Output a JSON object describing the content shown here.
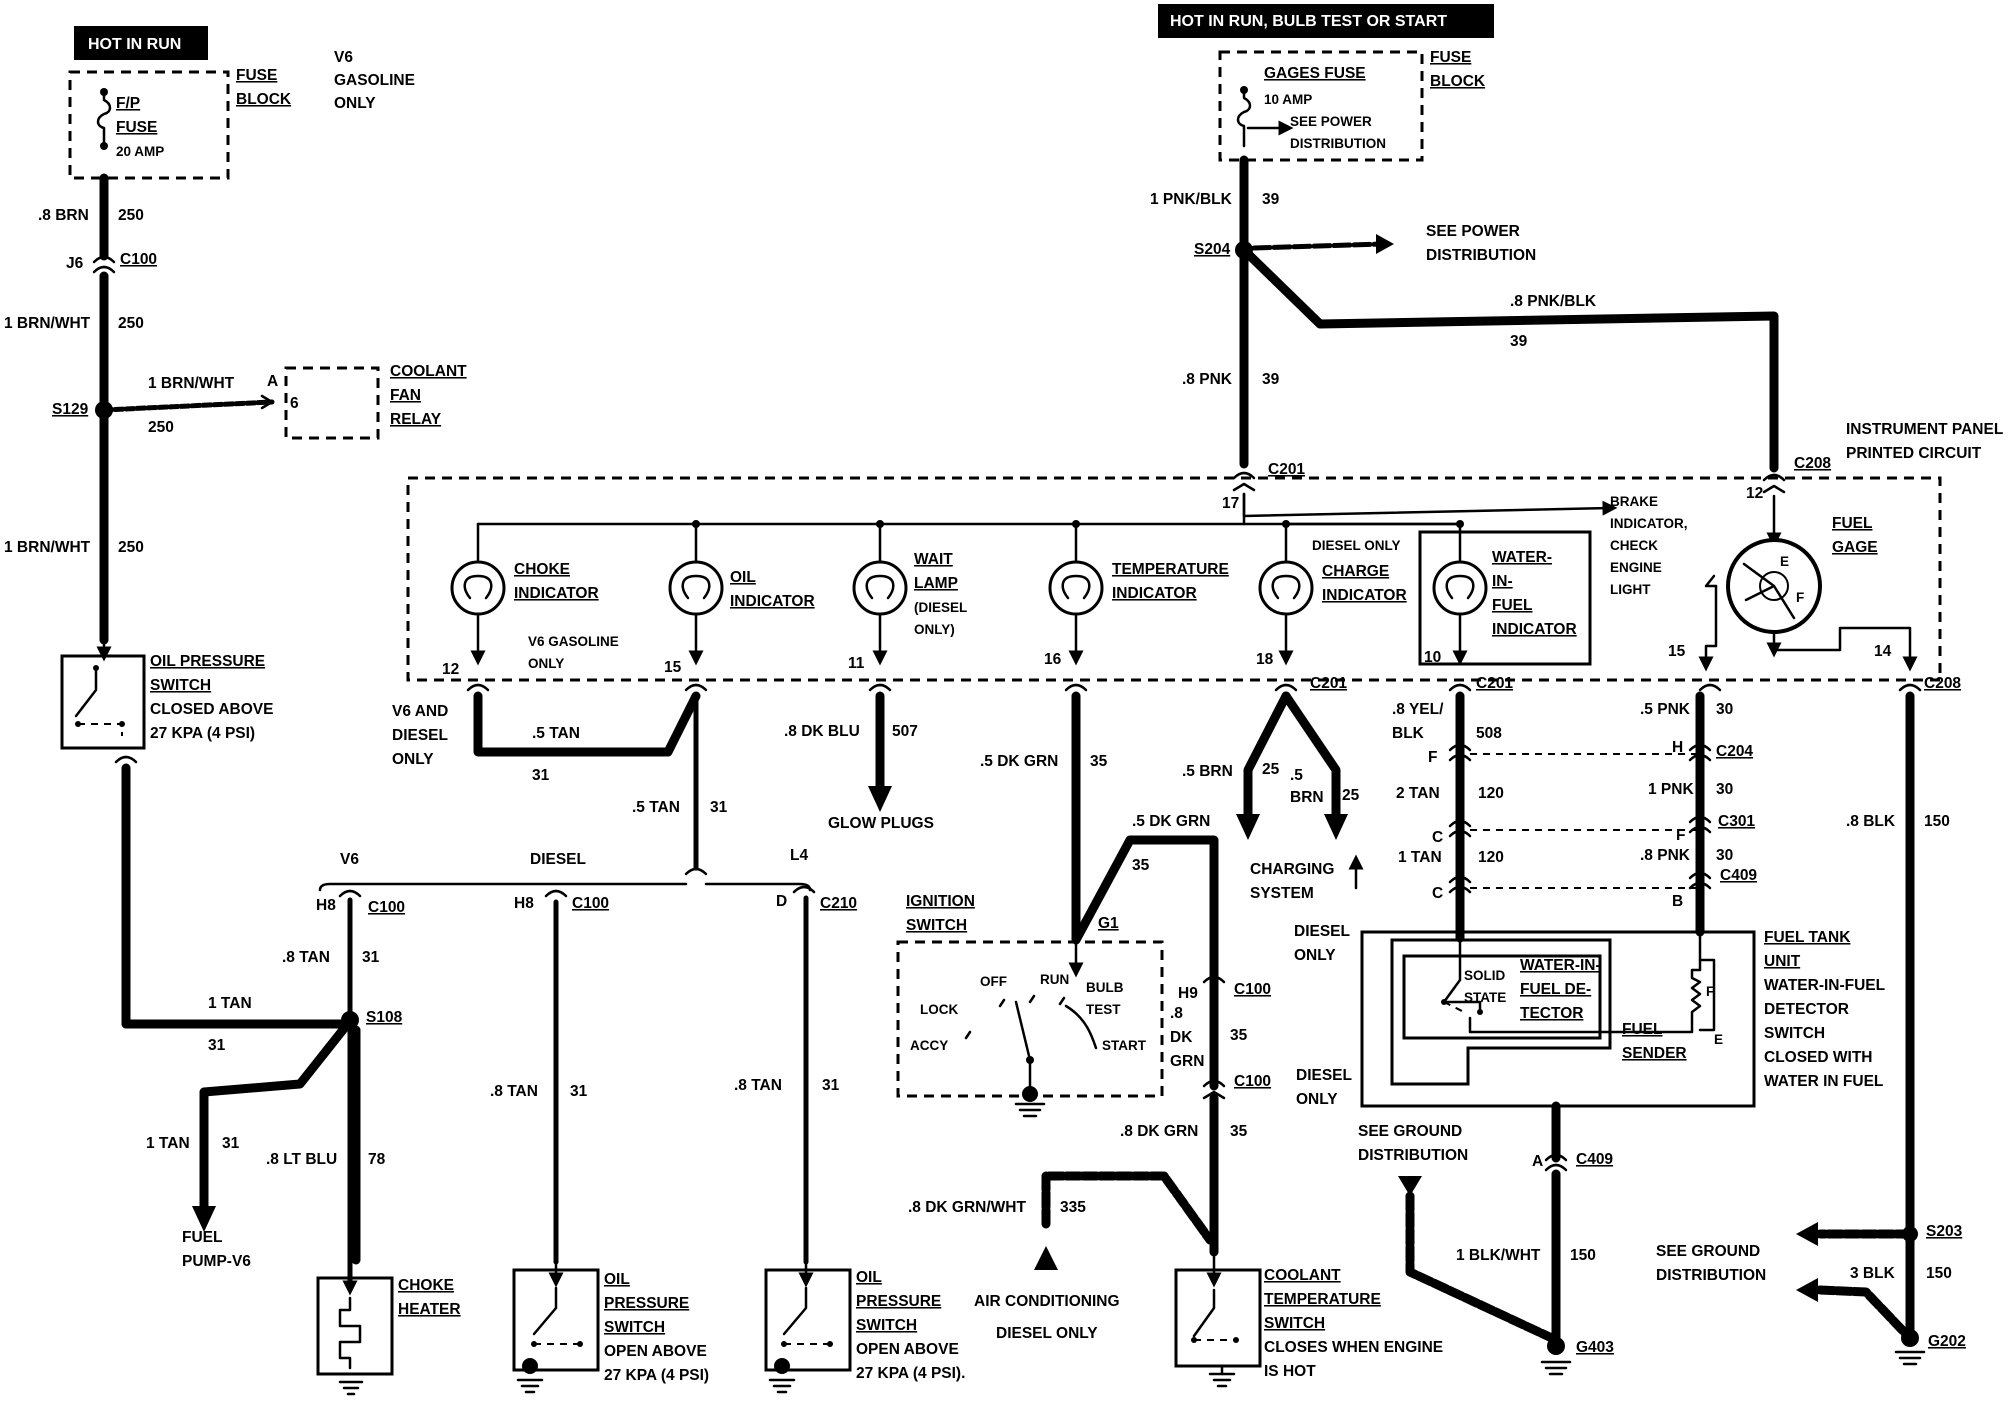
{
  "headers": {
    "left": "HOT IN RUN",
    "right": "HOT IN RUN,  BULB TEST OR START"
  },
  "notes": {
    "v6_line1": "V6",
    "v6_line2": "GASOLINE",
    "v6_line3": "ONLY"
  },
  "fuse_left": {
    "name1": "F/P",
    "name2": "FUSE",
    "rating": "20 AMP",
    "block1": "FUSE",
    "block2": "BLOCK"
  },
  "fuse_right": {
    "name": "GAGES FUSE",
    "rating": "10 AMP",
    "note1": "SEE POWER",
    "note2": "DISTRIBUTION",
    "block1": "FUSE",
    "block2": "BLOCK"
  },
  "left_circuit": {
    "w1_size": ".8 BRN",
    "w1_num": "250",
    "j6": "J6",
    "c100": "C100",
    "w2_size": "1 BRN/WHT",
    "w2_num": "250",
    "s129": "S129",
    "relay_wire_size": "1 BRN/WHT",
    "relay_wire_num": "250",
    "relay_pin_a": "A",
    "relay_pin_6": "6",
    "relay1": "COOLANT",
    "relay2": "FAN",
    "relay3": "RELAY",
    "w3_size": "1 BRN/WHT",
    "w3_num": "250",
    "ops1": "OIL PRESSURE",
    "ops2": "SWITCH",
    "ops3": "CLOSED ABOVE",
    "ops4": "27 KPA (4 PSI)"
  },
  "right_top": {
    "w1_size": "1 PNK/BLK",
    "w1_num": "39",
    "s204": "S204",
    "spd1": "SEE POWER",
    "spd2": "DISTRIBUTION",
    "w2_size": ".8 PNK/BLK",
    "w2_num": "39",
    "w3_size": ".8 PNK",
    "w3_num": "39",
    "c201": "C201",
    "c208": "C208",
    "ip1": "INSTRUMENT PANEL",
    "ip2": "PRINTED CIRCUIT",
    "pin17": "17",
    "pin12": "12"
  },
  "panel": {
    "choke1": "CHOKE",
    "choke2": "INDICATOR",
    "oil1": "OIL",
    "oil2": "INDICATOR",
    "wait1": "WAIT",
    "wait2": "LAMP",
    "wait3": "(DIESEL",
    "wait4": "ONLY)",
    "temp1": "TEMPERATURE",
    "temp2": "INDICATOR",
    "diesel_only": "DIESEL ONLY",
    "charge1": "CHARGE",
    "charge2": "INDICATOR",
    "wif1": "WATER-",
    "wif2": "IN-",
    "wif3": "FUEL",
    "wif4": "INDICATOR",
    "brake1": "BRAKE",
    "brake2": "INDICATOR,",
    "brake3": "CHECK",
    "brake4": "ENGINE",
    "brake5": "LIGHT",
    "fg1": "FUEL",
    "fg2": "GAGE",
    "fg_e": "E",
    "fg_f": "F",
    "v6g1": "V6 GASOLINE",
    "v6g2": "ONLY",
    "p12": "12",
    "p15": "15",
    "p11": "11",
    "p16": "16",
    "p18": "18",
    "p10": "10",
    "p15b": "15",
    "p14": "14",
    "c201a": "C201",
    "c201b": "C201",
    "c208": "C208"
  },
  "lower_left": {
    "vd1": "V6 AND",
    "vd2": "DIESEL",
    "vd3": "ONLY",
    "w1_size": ".5 TAN",
    "w1_num": "31",
    "w2_size": ".5 TAN",
    "w2_num": "31",
    "v6": "V6",
    "diesel": "DIESEL",
    "l4": "L4",
    "h8a": "H8",
    "c100a": "C100",
    "h8b": "H8",
    "c100b": "C100",
    "d": "D",
    "c210": "C210",
    "w3_size": ".8 TAN",
    "w3_num": "31",
    "w4_size": "1 TAN",
    "w4_num": "31",
    "s108": "S108",
    "w5_size": "1 TAN",
    "w5_num": "31",
    "fp1": "FUEL",
    "fp2": "PUMP-V6",
    "w6_size": ".8 LT BLU",
    "w6_num": "78",
    "ch1": "CHOKE",
    "ch2": "HEATER",
    "w7_size": ".8 TAN",
    "w7_num": "31",
    "w8_size": ".8 TAN",
    "w8_num": "31",
    "op1": "OIL",
    "op2": "PRESSURE",
    "op3": "SWITCH",
    "op4": "OPEN ABOVE",
    "op5": "27 KPA (4 PSI)",
    "oq1": "OIL",
    "oq2": "PRESSURE",
    "oq3": "SWITCH",
    "oq4": "OPEN ABOVE",
    "oq5": "27 KPA (4 PSI)."
  },
  "mid": {
    "wl_size": ".8 DK BLU",
    "wl_num": "507",
    "glow": "GLOW PLUGS",
    "t_size": ".5 DK GRN",
    "t_num": "35",
    "t2_size": ".5 DK GRN",
    "t2_num": "35",
    "ig1": "IGNITION",
    "ig2": "SWITCH",
    "g1": "G1",
    "off": "OFF",
    "run": "RUN",
    "bulb": "BULB",
    "test": "TEST",
    "lock": "LOCK",
    "accy": "ACCY",
    "start": "START",
    "h9": "H9",
    "c100a": "C100",
    "w3a": ".8",
    "w3b": "DK",
    "w3c": "GRN",
    "w3_num": "35",
    "c100b": "C100",
    "w4_size": ".8 DK GRN",
    "w4_num": "35",
    "w5_size": ".8 DK GRN/WHT",
    "w5_num": "335",
    "ac1": "AIR CONDITIONING",
    "ac2": "DIESEL ONLY",
    "ct1": "COOLANT",
    "ct2": "TEMPERATURE",
    "ct3": "SWITCH",
    "ct4": "CLOSES WHEN ENGINE",
    "ct5": "IS HOT",
    "b1_size": ".5 BRN",
    "b1_num": "25",
    "b2_a": ".5",
    "b2_b": "BRN",
    "b2_num": "25",
    "cs1": "CHARGING",
    "cs2": "SYSTEM",
    "do1": "DIESEL",
    "do2": "ONLY",
    "do3": "DIESEL",
    "do4": "ONLY"
  },
  "right_lower": {
    "c201": "C201",
    "y_size1": ".8 YEL/",
    "y_size2": "BLK",
    "y_num": "508",
    "f": "F",
    "t2_size": "2 TAN",
    "t2_num": "120",
    "c": "C",
    "t1_size": "1 TAN",
    "t1_num": "120",
    "c2": "C",
    "p5_size": ".5 PNK",
    "p5_num": "30",
    "h": "H",
    "c204": "C204",
    "p1_size": "1 PNK",
    "p1_num": "30",
    "f2": "F",
    "c301": "C301",
    "p8_size": ".8 PNK",
    "p8_num": "30",
    "c409": "C409",
    "b": "B",
    "blk_size": ".8 BLK",
    "blk_num": "150",
    "c208": "C208",
    "solid1": "SOLID",
    "solid2": "STATE",
    "wd1": "WATER-IN-",
    "wd2": "FUEL DE-",
    "wd3": "TECTOR",
    "fs1": "FUEL",
    "fs2": "SENDER",
    "fs_f": "F",
    "fs_e": "E",
    "ft1": "FUEL TANK",
    "ft2": "UNIT",
    "ft3": "WATER-IN-FUEL",
    "ft4": "DETECTOR",
    "ft5": "SWITCH",
    "ft6": "CLOSED WITH",
    "ft7": "WATER IN FUEL",
    "sgd1": "SEE GROUND",
    "sgd2": "DISTRIBUTION",
    "a": "A",
    "c409b": "C409",
    "bw_size": "1 BLK/WHT",
    "bw_num": "150",
    "g403": "G403",
    "sgd3": "SEE GROUND",
    "sgd4": "DISTRIBUTION",
    "s203": "S203",
    "b3_size": "3 BLK",
    "b3_num": "150",
    "g202": "G202"
  }
}
